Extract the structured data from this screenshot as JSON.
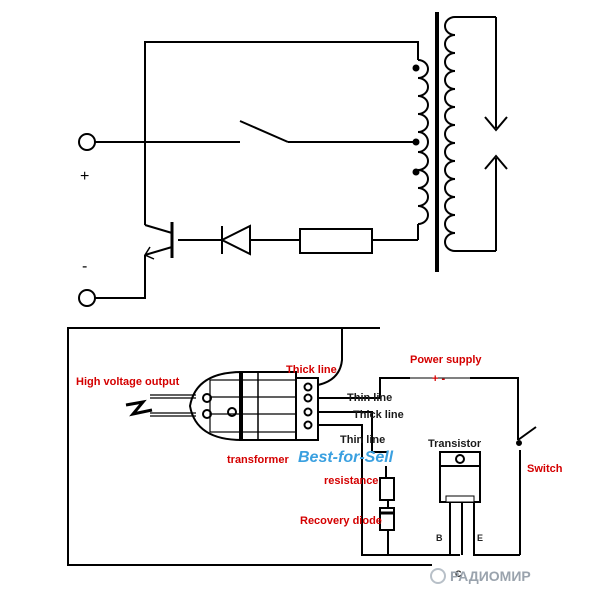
{
  "schematic": {
    "plus_sign": "+",
    "minus_sign": "-"
  },
  "wiring": {
    "labels": {
      "high_voltage_output": "High voltage output",
      "thick_line_top": "Thick line",
      "power_supply": "Power supply",
      "polarity": "+ -",
      "thin_line_1": "Thin line",
      "thick_line_2": "Thick line",
      "thin_line_2": "Thin line",
      "transistor": "Transistor",
      "transformer": "transformer",
      "switch": "Switch",
      "resistance": "resistance",
      "recovery_diode": "Recovery diode",
      "pin_b": "B",
      "pin_e": "E",
      "pin_c": "C"
    }
  },
  "watermarks": {
    "seller": "Best-for-Sell",
    "site": "РАДИОМИР"
  },
  "colors": {
    "wire": "#000000",
    "label_red": "#d40000",
    "watermark_blue": "#3aa0e0"
  }
}
